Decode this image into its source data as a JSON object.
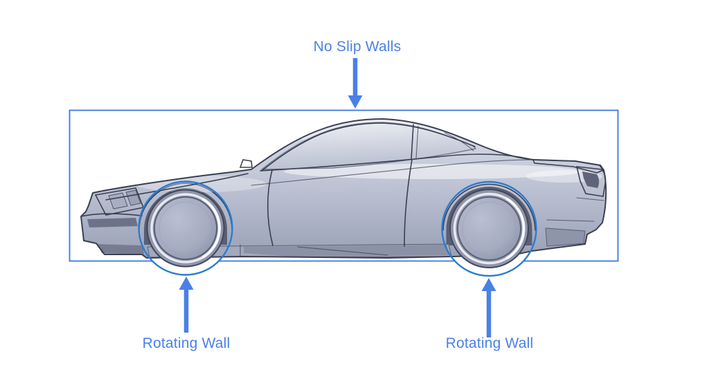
{
  "diagram": {
    "box_label": "No Slip Walls",
    "front_wheel_label": "Rotating Wall",
    "rear_wheel_label": "Rotating Wall"
  },
  "colors": {
    "page_background": "#ffffff",
    "annotation_blue": "#4a80e8",
    "text_blue": "#4a80e8",
    "circle_blue": "#2b7cd3",
    "car_body_light": "#d8dbe6",
    "car_body_mid": "#b4bacd",
    "car_body_dark": "#8b91a7",
    "car_outline": "#3a3f51"
  }
}
